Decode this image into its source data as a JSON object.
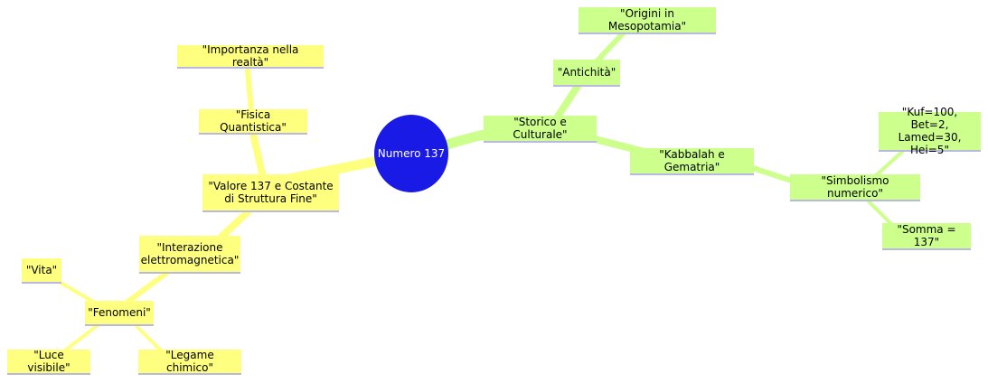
{
  "colors": {
    "root": "#1a1ae6",
    "left_branch": "#ffff7f",
    "right_branch": "#ccff8c"
  },
  "root": {
    "label": "Numero 137"
  },
  "left": {
    "valore": "\"Valore 137 e Costante di Struttura Fine\"",
    "fisica": "\"Fisica Quantistica\"",
    "importanza": "\"Importanza nella realtà\"",
    "interazione": "\"Interazione elettromagnetica\"",
    "fenomeni": "\"Fenomeni\"",
    "vita": "\"Vita\"",
    "luce": "\"Luce visibile\"",
    "legame": "\"Legame chimico\""
  },
  "right": {
    "storico": "\"Storico e Culturale\"",
    "antichita": "\"Antichità\"",
    "origini": "\"Origini in Mesopotamia\"",
    "kabbalah": "\"Kabbalah e Gematria\"",
    "simbolismo": "\"Simbolismo numerico\"",
    "kuf": "\"Kuf=100, Bet=2, Lamed=30, Hei=5\"",
    "somma": "\"Somma = 137\""
  }
}
